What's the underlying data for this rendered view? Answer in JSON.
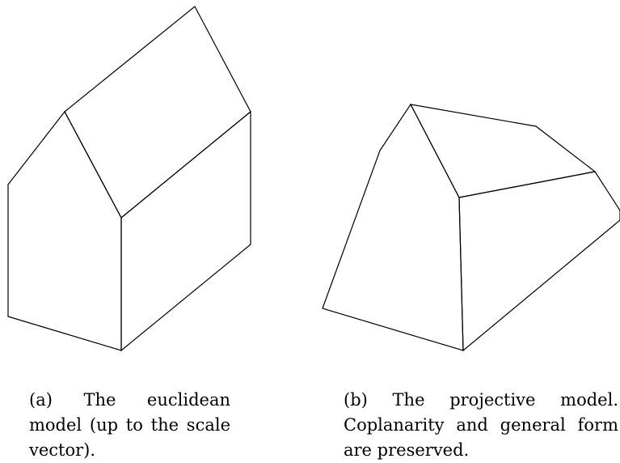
{
  "colors": {
    "line": "#000000",
    "background": "#ffffff"
  },
  "figures": [
    {
      "id": "a",
      "label": "(a)",
      "caption": "The euclidean model (up to the scale vector)."
    },
    {
      "id": "b",
      "label": "(b)",
      "caption": "The projective model. Coplanarity and general form are preserved."
    }
  ]
}
